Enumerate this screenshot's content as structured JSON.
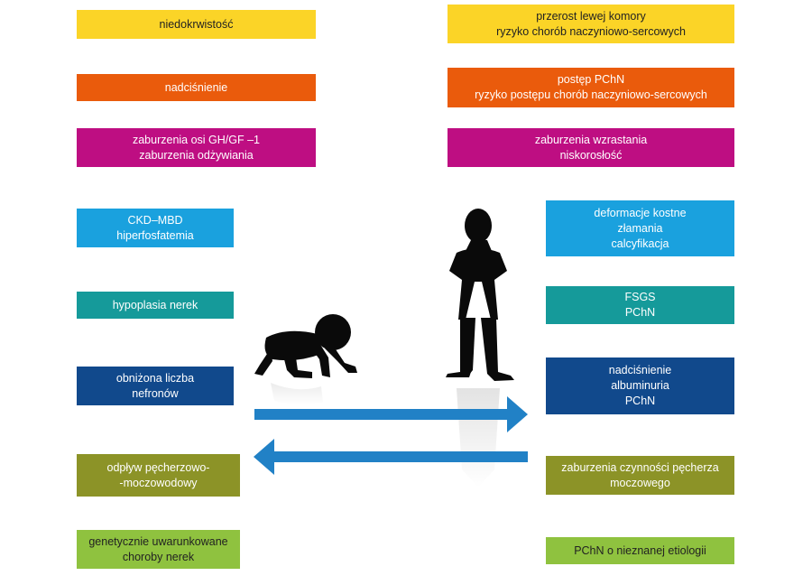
{
  "colors": {
    "yellow": "#fbd427",
    "orange": "#ea5b0c",
    "magenta": "#be0e82",
    "sky": "#1aa1de",
    "teal": "#159a9a",
    "navy": "#11498c",
    "olive": "#8c9327",
    "lime": "#8fc23f",
    "arrow": "#2181c6",
    "silhouette": "#0a0a0a"
  },
  "left_boxes": [
    {
      "lines": [
        "niedokrwistość"
      ],
      "color": "#fbd427",
      "text_color": "#222222"
    },
    {
      "lines": [
        "nadciśnienie"
      ],
      "color": "#ea5b0c",
      "text_color": "#ffffff"
    },
    {
      "lines": [
        "zaburzenia osi GH/GF –1",
        "zaburzenia odżywiania"
      ],
      "color": "#be0e82",
      "text_color": "#ffffff"
    },
    {
      "lines": [
        "CKD–MBD",
        "hiperfosfatemia"
      ],
      "color": "#1aa1de",
      "text_color": "#ffffff"
    },
    {
      "lines": [
        "hypoplasia nerek"
      ],
      "color": "#159a9a",
      "text_color": "#ffffff"
    },
    {
      "lines": [
        "obniżona liczba",
        "nefronów"
      ],
      "color": "#11498c",
      "text_color": "#ffffff"
    },
    {
      "lines": [
        "odpływ pęcherzowo-",
        "-moczowodowy"
      ],
      "color": "#8c9327",
      "text_color": "#ffffff"
    },
    {
      "lines": [
        "genetycznie uwarunkowane",
        "choroby nerek"
      ],
      "color": "#8fc23f",
      "text_color": "#222222"
    }
  ],
  "right_boxes": [
    {
      "lines": [
        "przerost lewej komory",
        "ryzyko chorób naczyniowo-sercowych"
      ],
      "color": "#fbd427",
      "text_color": "#222222"
    },
    {
      "lines": [
        "postęp PChN",
        "ryzyko postępu chorób naczyniowo-sercowych"
      ],
      "color": "#ea5b0c",
      "text_color": "#ffffff"
    },
    {
      "lines": [
        "zaburzenia wzrastania",
        "niskorosłość"
      ],
      "color": "#be0e82",
      "text_color": "#ffffff"
    },
    {
      "lines": [
        "deformacje kostne",
        "złamania",
        "calcyfikacja"
      ],
      "color": "#1aa1de",
      "text_color": "#ffffff"
    },
    {
      "lines": [
        "FSGS",
        "PChN"
      ],
      "color": "#159a9a",
      "text_color": "#ffffff"
    },
    {
      "lines": [
        "nadciśnienie",
        "albuminuria",
        "PChN"
      ],
      "color": "#11498c",
      "text_color": "#ffffff"
    },
    {
      "lines": [
        "zaburzenia czynności pęcherza",
        "moczowego"
      ],
      "color": "#8c9327",
      "text_color": "#ffffff"
    },
    {
      "lines": [
        "PChN o nieznanej etiologii"
      ],
      "color": "#8fc23f",
      "text_color": "#222222"
    }
  ],
  "figures": {
    "left_icon": "crawling-baby-silhouette-icon",
    "right_icon": "standing-man-silhouette-icon",
    "arrow_right_icon": "arrow-right-icon",
    "arrow_left_icon": "arrow-left-icon"
  }
}
